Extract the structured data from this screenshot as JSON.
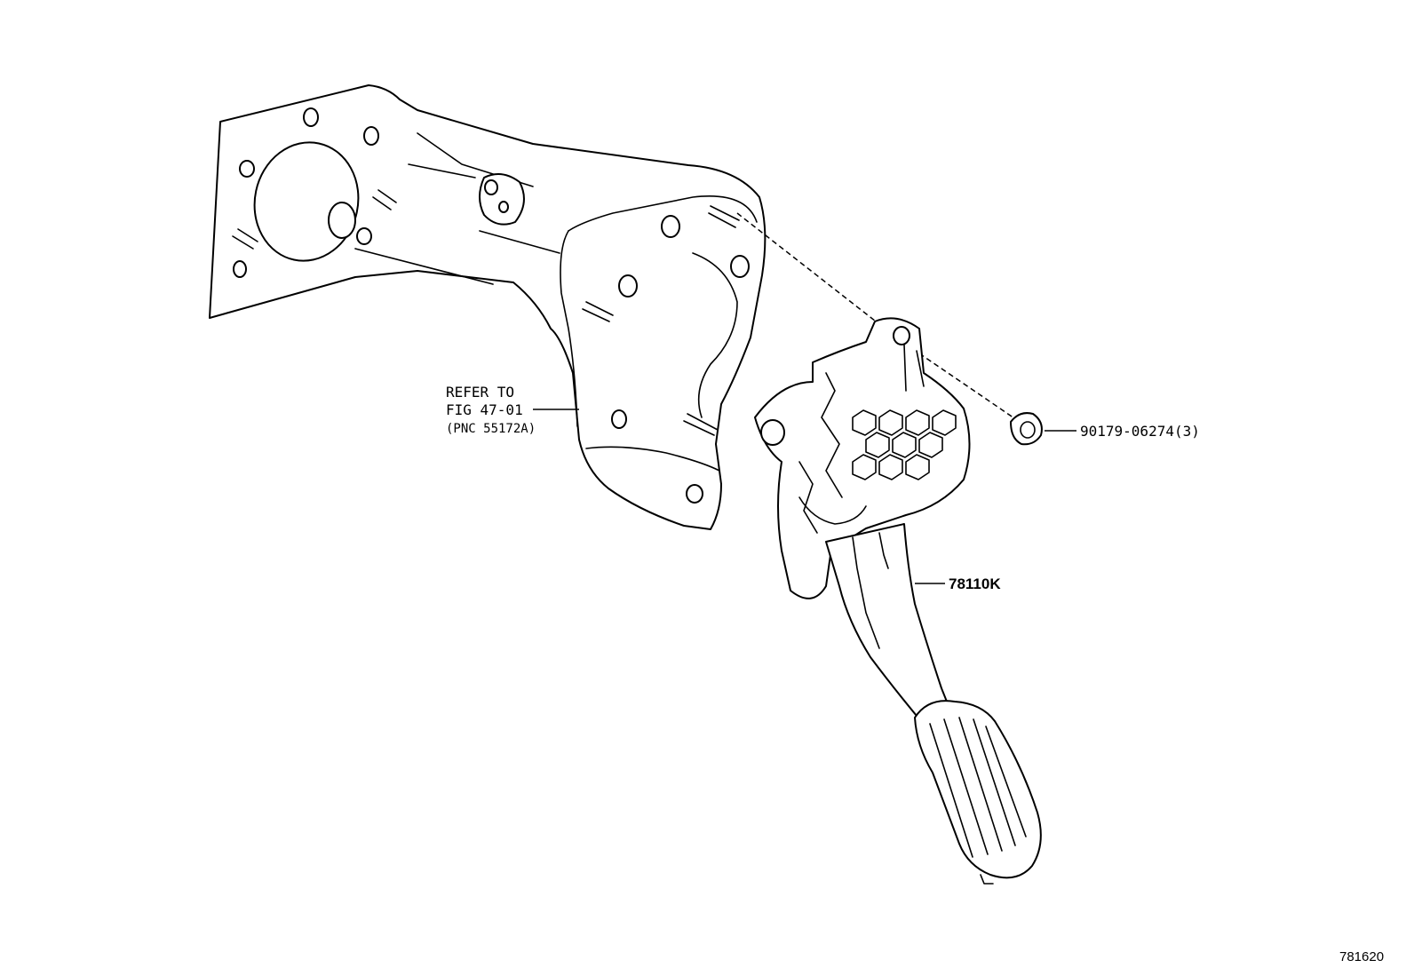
{
  "callouts": {
    "refer_line1": "REFER TO",
    "refer_line2": "FIG 47-01",
    "refer_line3": "(PNC 55172A)",
    "nut_part": "90179-06274(3)",
    "pedal_part": "78110K"
  },
  "figure_id": "781620",
  "parts": [
    "bracket-panel",
    "accelerator-pedal-assembly",
    "nut"
  ]
}
